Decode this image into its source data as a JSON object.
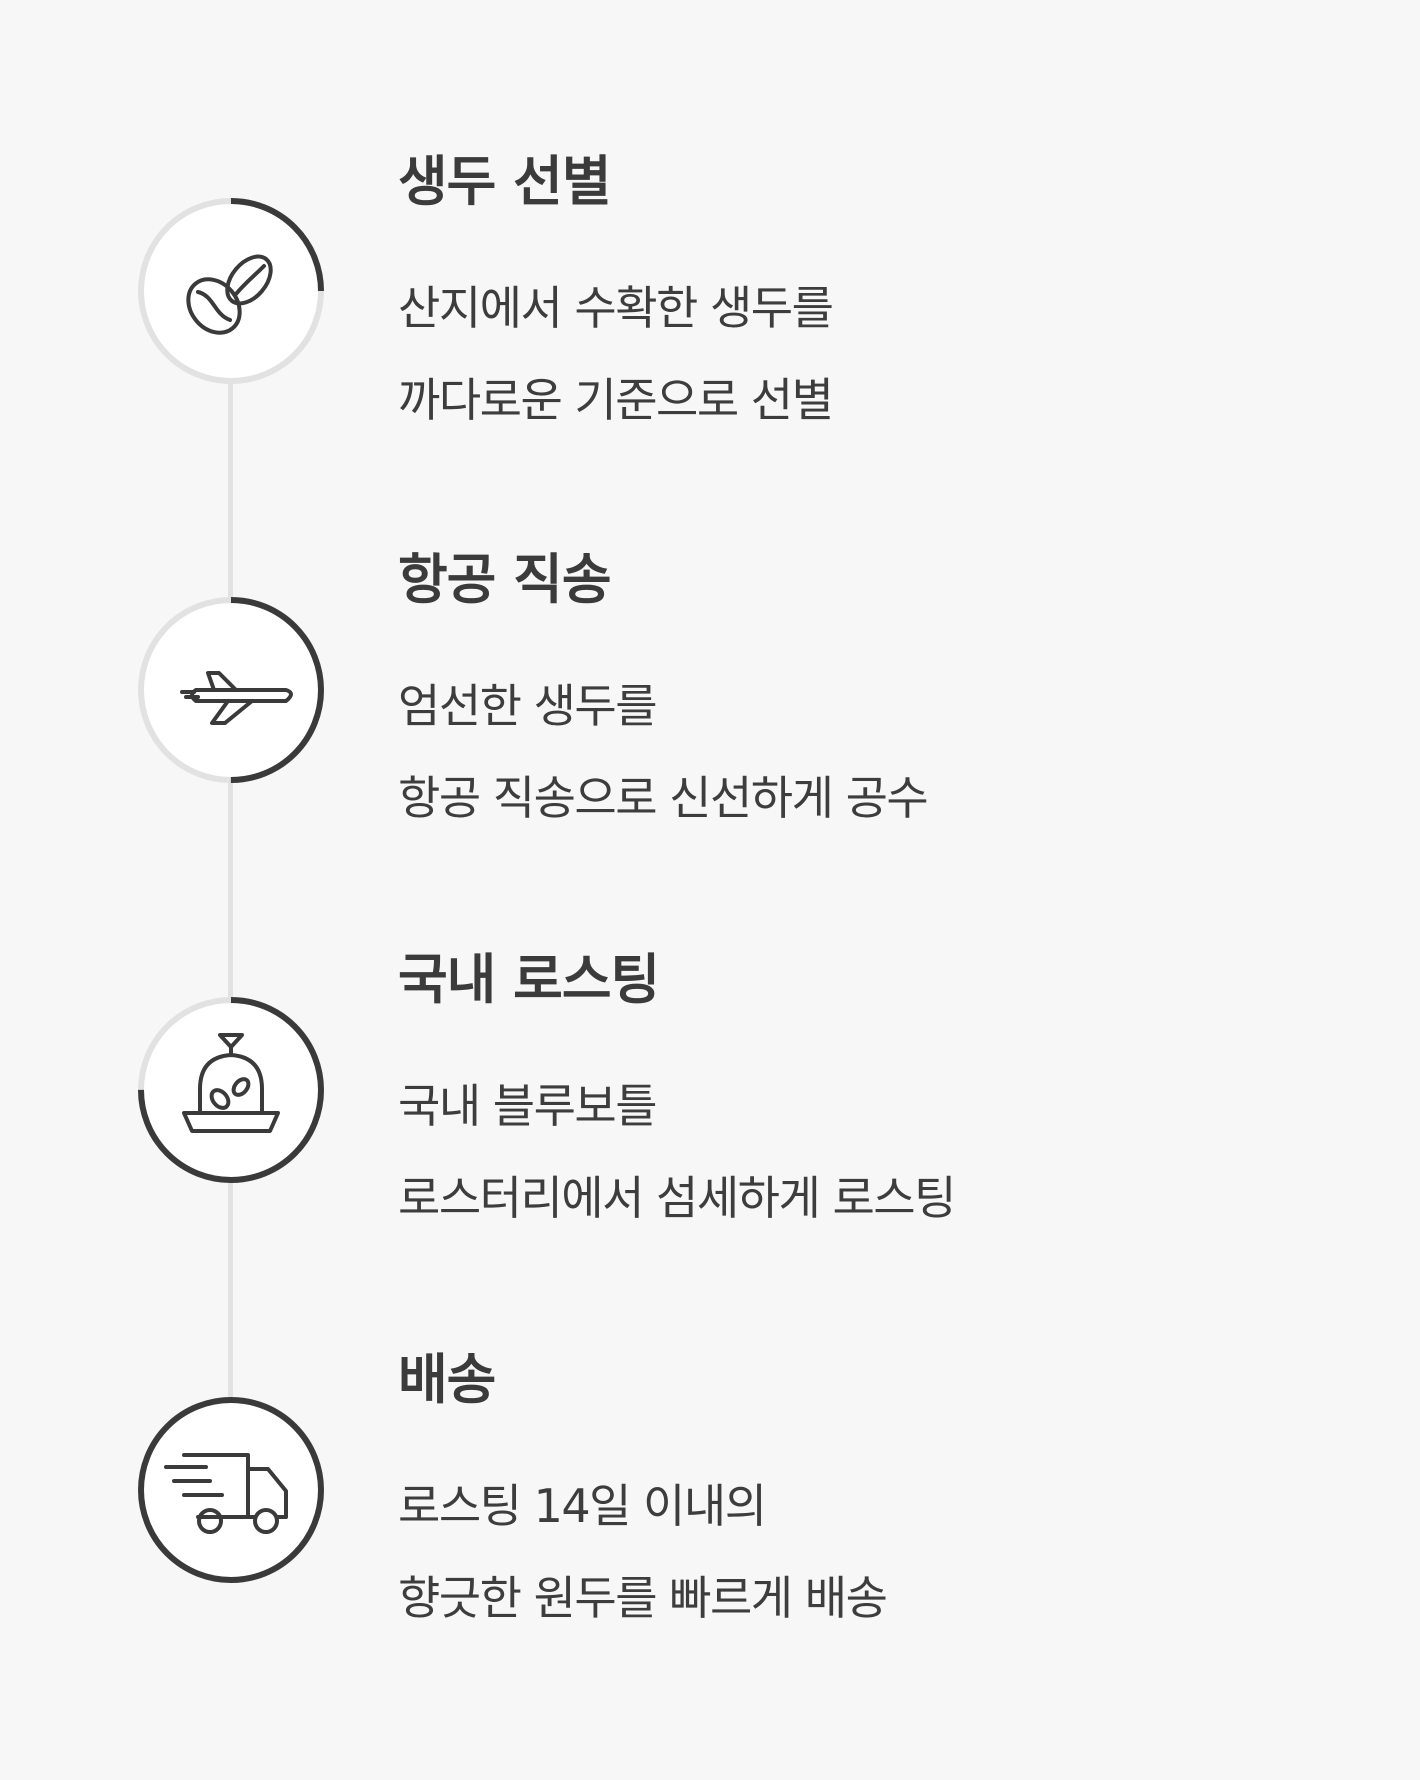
{
  "steps": [
    {
      "title": "생두 선별",
      "lines": [
        "산지에서 수확한 생두를",
        "까다로운 기준으로 선별"
      ],
      "icon": "coffee-bean-icon",
      "progress": 0.25
    },
    {
      "title": "항공 직송",
      "lines": [
        "엄선한 생두를",
        "항공 직송으로 신선하게 공수"
      ],
      "icon": "airplane-icon",
      "progress": 0.5
    },
    {
      "title": "국내 로스팅",
      "lines": [
        "국내 블루보틀",
        "로스터리에서 섬세하게 로스팅"
      ],
      "icon": "roaster-icon",
      "progress": 0.75
    },
    {
      "title": "배송",
      "lines": [
        "로스팅 14일 이내의",
        "향긋한 원두를 빠르게 배송"
      ],
      "icon": "delivery-truck-icon",
      "progress": 1.0
    }
  ],
  "colors": {
    "background": "#f7f7f7",
    "ring_track": "#e2e2e2",
    "ring_progress": "#3a3a3a",
    "circle_fill": "#ffffff",
    "text": "#3a3a3a"
  }
}
